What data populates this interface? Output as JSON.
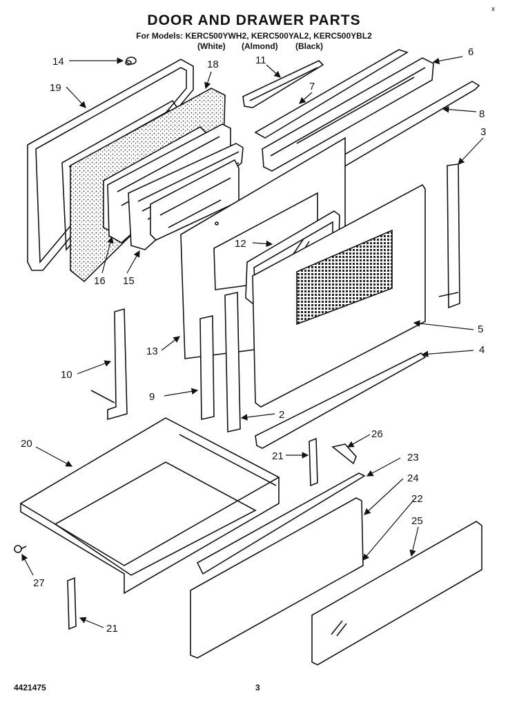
{
  "header": {
    "title": "DOOR AND DRAWER PARTS",
    "models_line": "For Models: KERC500YWH2, KERC500YAL2, KERC500YBL2",
    "colors": [
      "(White)",
      "(Almond)",
      "(Black)"
    ]
  },
  "callouts": [
    "14",
    "19",
    "18",
    "11",
    "7",
    "6",
    "8",
    "3",
    "16",
    "15",
    "12",
    "5",
    "4",
    "13",
    "10",
    "9",
    "2",
    "20",
    "26",
    "21",
    "23",
    "24",
    "22",
    "25",
    "27",
    "21"
  ],
  "footer": {
    "doc_number": "4421475",
    "page": "3"
  },
  "corner_mark": "x"
}
